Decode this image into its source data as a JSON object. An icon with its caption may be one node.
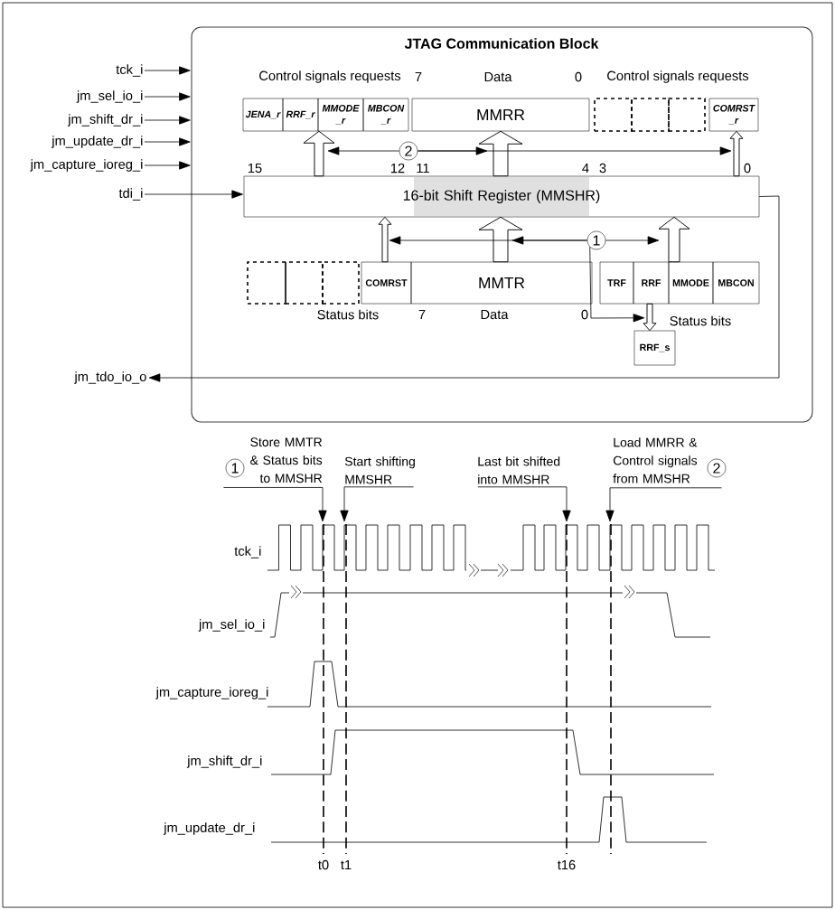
{
  "diagram": {
    "nodes": [
      {
        "text": [
          "JTAG Communication Block"
        ]
      },
      {
        "text": [
          "tck_i"
        ]
      },
      {
        "text": [
          "jm_sel_io_i"
        ]
      },
      {
        "text": [
          "jm_shift_dr_i"
        ]
      },
      {
        "text": [
          "jm_update_dr_i"
        ]
      },
      {
        "text": [
          "jm_capture_ioreg_i"
        ]
      },
      {
        "text": [
          "tdi_i"
        ]
      },
      {
        "text": [
          "JENA_r"
        ],
        "in": 0
      },
      {
        "text": [
          "RRF_r"
        ],
        "in": 0
      },
      {
        "text": [
          "MMODE _r"
        ],
        "in": 0
      },
      {
        "text": [
          "MBCON _r"
        ],
        "in": 0
      },
      {
        "text": [
          "MMRR"
        ],
        "in": 0
      },
      {
        "text": [],
        "shape": "box",
        "in": 0
      },
      {
        "text": [],
        "shape": "box",
        "in": 0
      },
      {
        "text": [],
        "shape": "box",
        "in": 0
      },
      {
        "text": [
          "COMRST _r"
        ],
        "in": 0
      },
      {
        "text": [
          "2"
        ],
        "in": 0
      },
      {
        "text": [
          "16-bit Shift Register (MMSHR)"
        ],
        "in": 0
      },
      {
        "text": [
          "1"
        ],
        "in": 0
      },
      {
        "text": [],
        "shape": "box",
        "in": 0
      },
      {
        "text": [],
        "shape": "box",
        "in": 0
      },
      {
        "text": [],
        "shape": "box",
        "in": 0
      },
      {
        "text": [
          "COMRST"
        ],
        "in": 0
      },
      {
        "text": [
          "MMTR"
        ],
        "in": 0
      },
      {
        "text": [
          "TRF"
        ],
        "in": 0
      },
      {
        "text": [
          "RRF"
        ],
        "in": 0
      },
      {
        "text": [
          "MMODE"
        ],
        "in": 0
      },
      {
        "text": [
          "MBCON"
        ],
        "in": 0
      },
      {
        "text": [
          "RRF_s"
        ],
        "in": 0
      },
      {
        "text": [
          "jm_tdo_io_o"
        ]
      },
      {
        "text": [
          "1"
        ]
      },
      {
        "text": [
          "Store MMTR & Status bits to MMSHR"
        ]
      },
      {
        "text": [
          "Start shifting MMSHR"
        ]
      },
      {
        "text": [
          "Last bit shifted into MMSHR"
        ]
      },
      {
        "text": [
          "Load MMRR & Control signals from MMSHR"
        ]
      },
      {
        "text": [
          "2"
        ]
      }
    ],
    "edges": [
      {
        "from": 1,
        "to": 0,
        "arrow": "to"
      },
      {
        "from": 2,
        "to": 0,
        "arrow": "to"
      },
      {
        "from": 3,
        "to": 0,
        "arrow": "to"
      },
      {
        "from": 4,
        "to": 0,
        "arrow": "to"
      },
      {
        "from": 5,
        "to": 0,
        "arrow": "to"
      },
      {
        "from": 6,
        "to": 17,
        "arrow": "to"
      },
      {
        "from": 17,
        "to": 8,
        "arrow": "to",
        "style": "thick"
      },
      {
        "from": 17,
        "to": 11,
        "arrow": "to",
        "style": "thick"
      },
      {
        "from": 17,
        "to": 15,
        "arrow": "to",
        "style": "thick"
      },
      {
        "from": 22,
        "to": 17,
        "arrow": "to",
        "style": "thick"
      },
      {
        "from": 23,
        "to": 17,
        "arrow": "to",
        "style": "thick"
      },
      {
        "from": 26,
        "to": 17,
        "arrow": "to",
        "style": "thick"
      },
      {
        "from": 25,
        "to": 28,
        "arrow": "to",
        "style": "thick"
      },
      {
        "from": 17,
        "to": 29,
        "arrow": "to"
      },
      {
        "from": 16,
        "to": null,
        "arrow": "to"
      },
      {
        "from": 16,
        "to": null,
        "arrow": "to"
      },
      {
        "from": 16,
        "to": null,
        "arrow": "to"
      },
      {
        "from": 18,
        "to": null,
        "arrow": "to"
      },
      {
        "from": 18,
        "to": null,
        "arrow": "to"
      },
      {
        "from": 18,
        "to": null,
        "arrow": "to"
      },
      {
        "from": 18,
        "to": 28,
        "arrow": "to"
      },
      {
        "from": 31,
        "to": null,
        "arrow": "to"
      },
      {
        "from": 32,
        "to": null,
        "arrow": "to"
      },
      {
        "from": 33,
        "to": null,
        "arrow": "to"
      },
      {
        "from": 34,
        "to": null,
        "arrow": "to"
      }
    ],
    "labels": [
      "Control signals requests",
      "7",
      "Data",
      "0",
      "Control signals requests",
      "15",
      "12",
      "11",
      "4",
      "3",
      "0",
      "Status bits",
      "7",
      "Data",
      "0",
      "Status bits",
      "tck_i",
      "jm_sel_io_i",
      "jm_capture_ioreg_i",
      "jm_shift_dr_i",
      "jm_update_dr_i",
      "t0",
      "t1",
      "t16"
    ]
  }
}
